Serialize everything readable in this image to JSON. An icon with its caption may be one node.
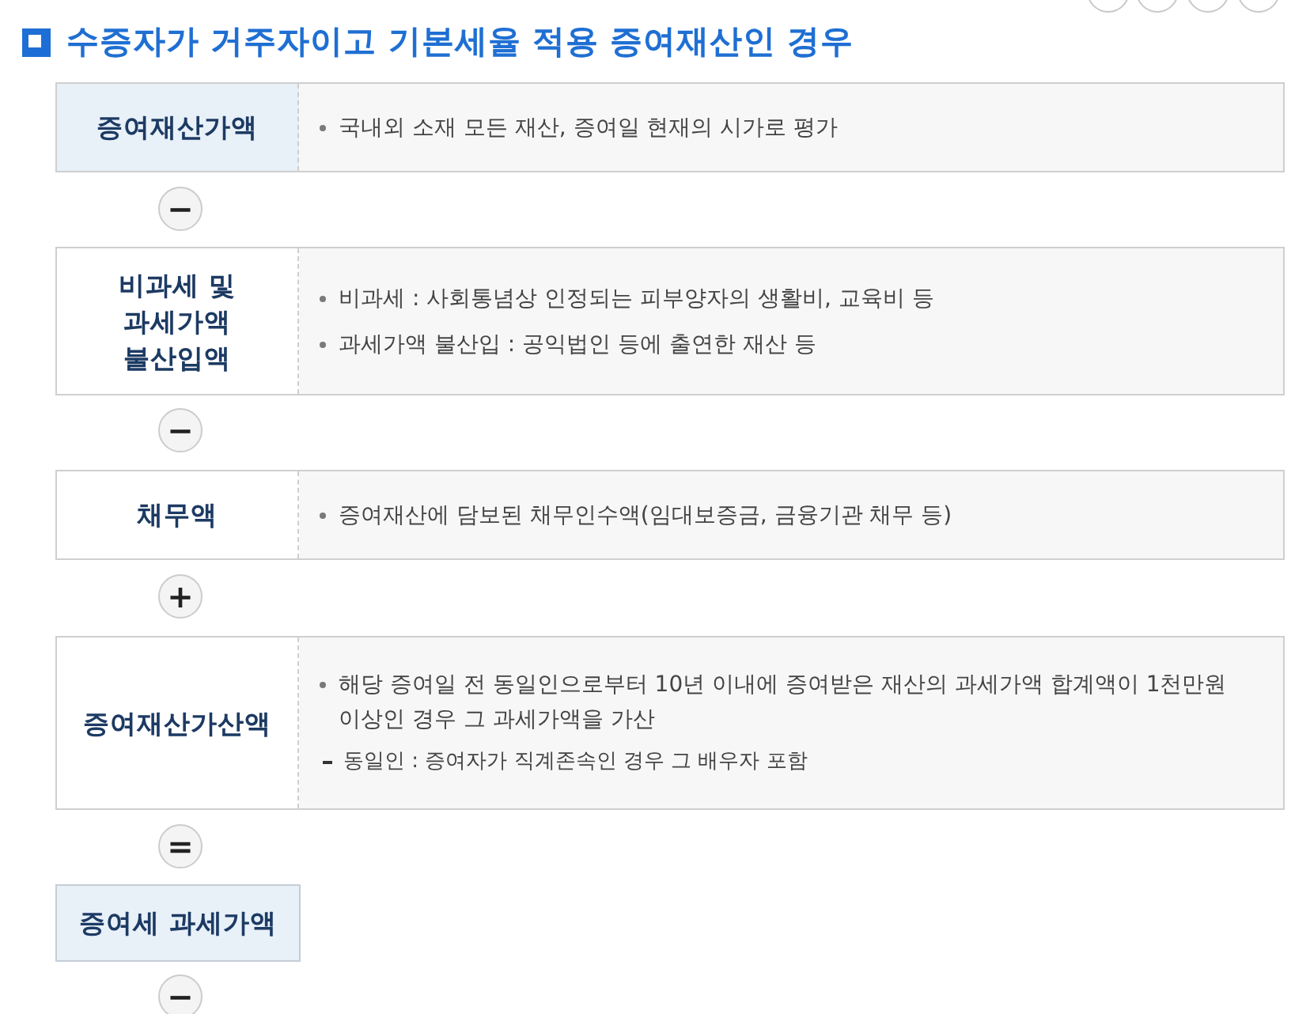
{
  "diagram": {
    "title": "수증자가 거주자이고 기본세율 적용 증여재산인 경우",
    "nodes": [
      {
        "text": [
          "증여재산가액",
          "국내외 소재 모든 재산, 증여일 현재의 시가로 평가"
        ]
      },
      {
        "text": [
          "−"
        ]
      },
      {
        "text": [
          "비과세 및 과세가액 불산입액",
          "비과세 : 사회통념상 인정되는 피부양자의 생활비, 교육비 등",
          "과세가액 불산입 : 공익법인 등에 출연한 재산 등"
        ]
      },
      {
        "text": [
          "−"
        ]
      },
      {
        "text": [
          "채무액",
          "증여재산에 담보된 채무인수액(임대보증금, 금융기관 채무 등)"
        ]
      },
      {
        "text": [
          "+"
        ]
      },
      {
        "text": [
          "증여재산가산액",
          "해당 증여일 전 동일인으로부터 10년 이내에 증여받은 재산의 과세가액 합계액이 1천만원 이상인 경우 그 과세가액을 가산",
          "동일인 : 증여자가 직계존속인 경우 그 배우자 포함"
        ]
      },
      {
        "text": [
          "="
        ]
      },
      {
        "text": [
          "증여세 과세가액"
        ]
      },
      {
        "text": [
          "−"
        ]
      }
    ]
  }
}
